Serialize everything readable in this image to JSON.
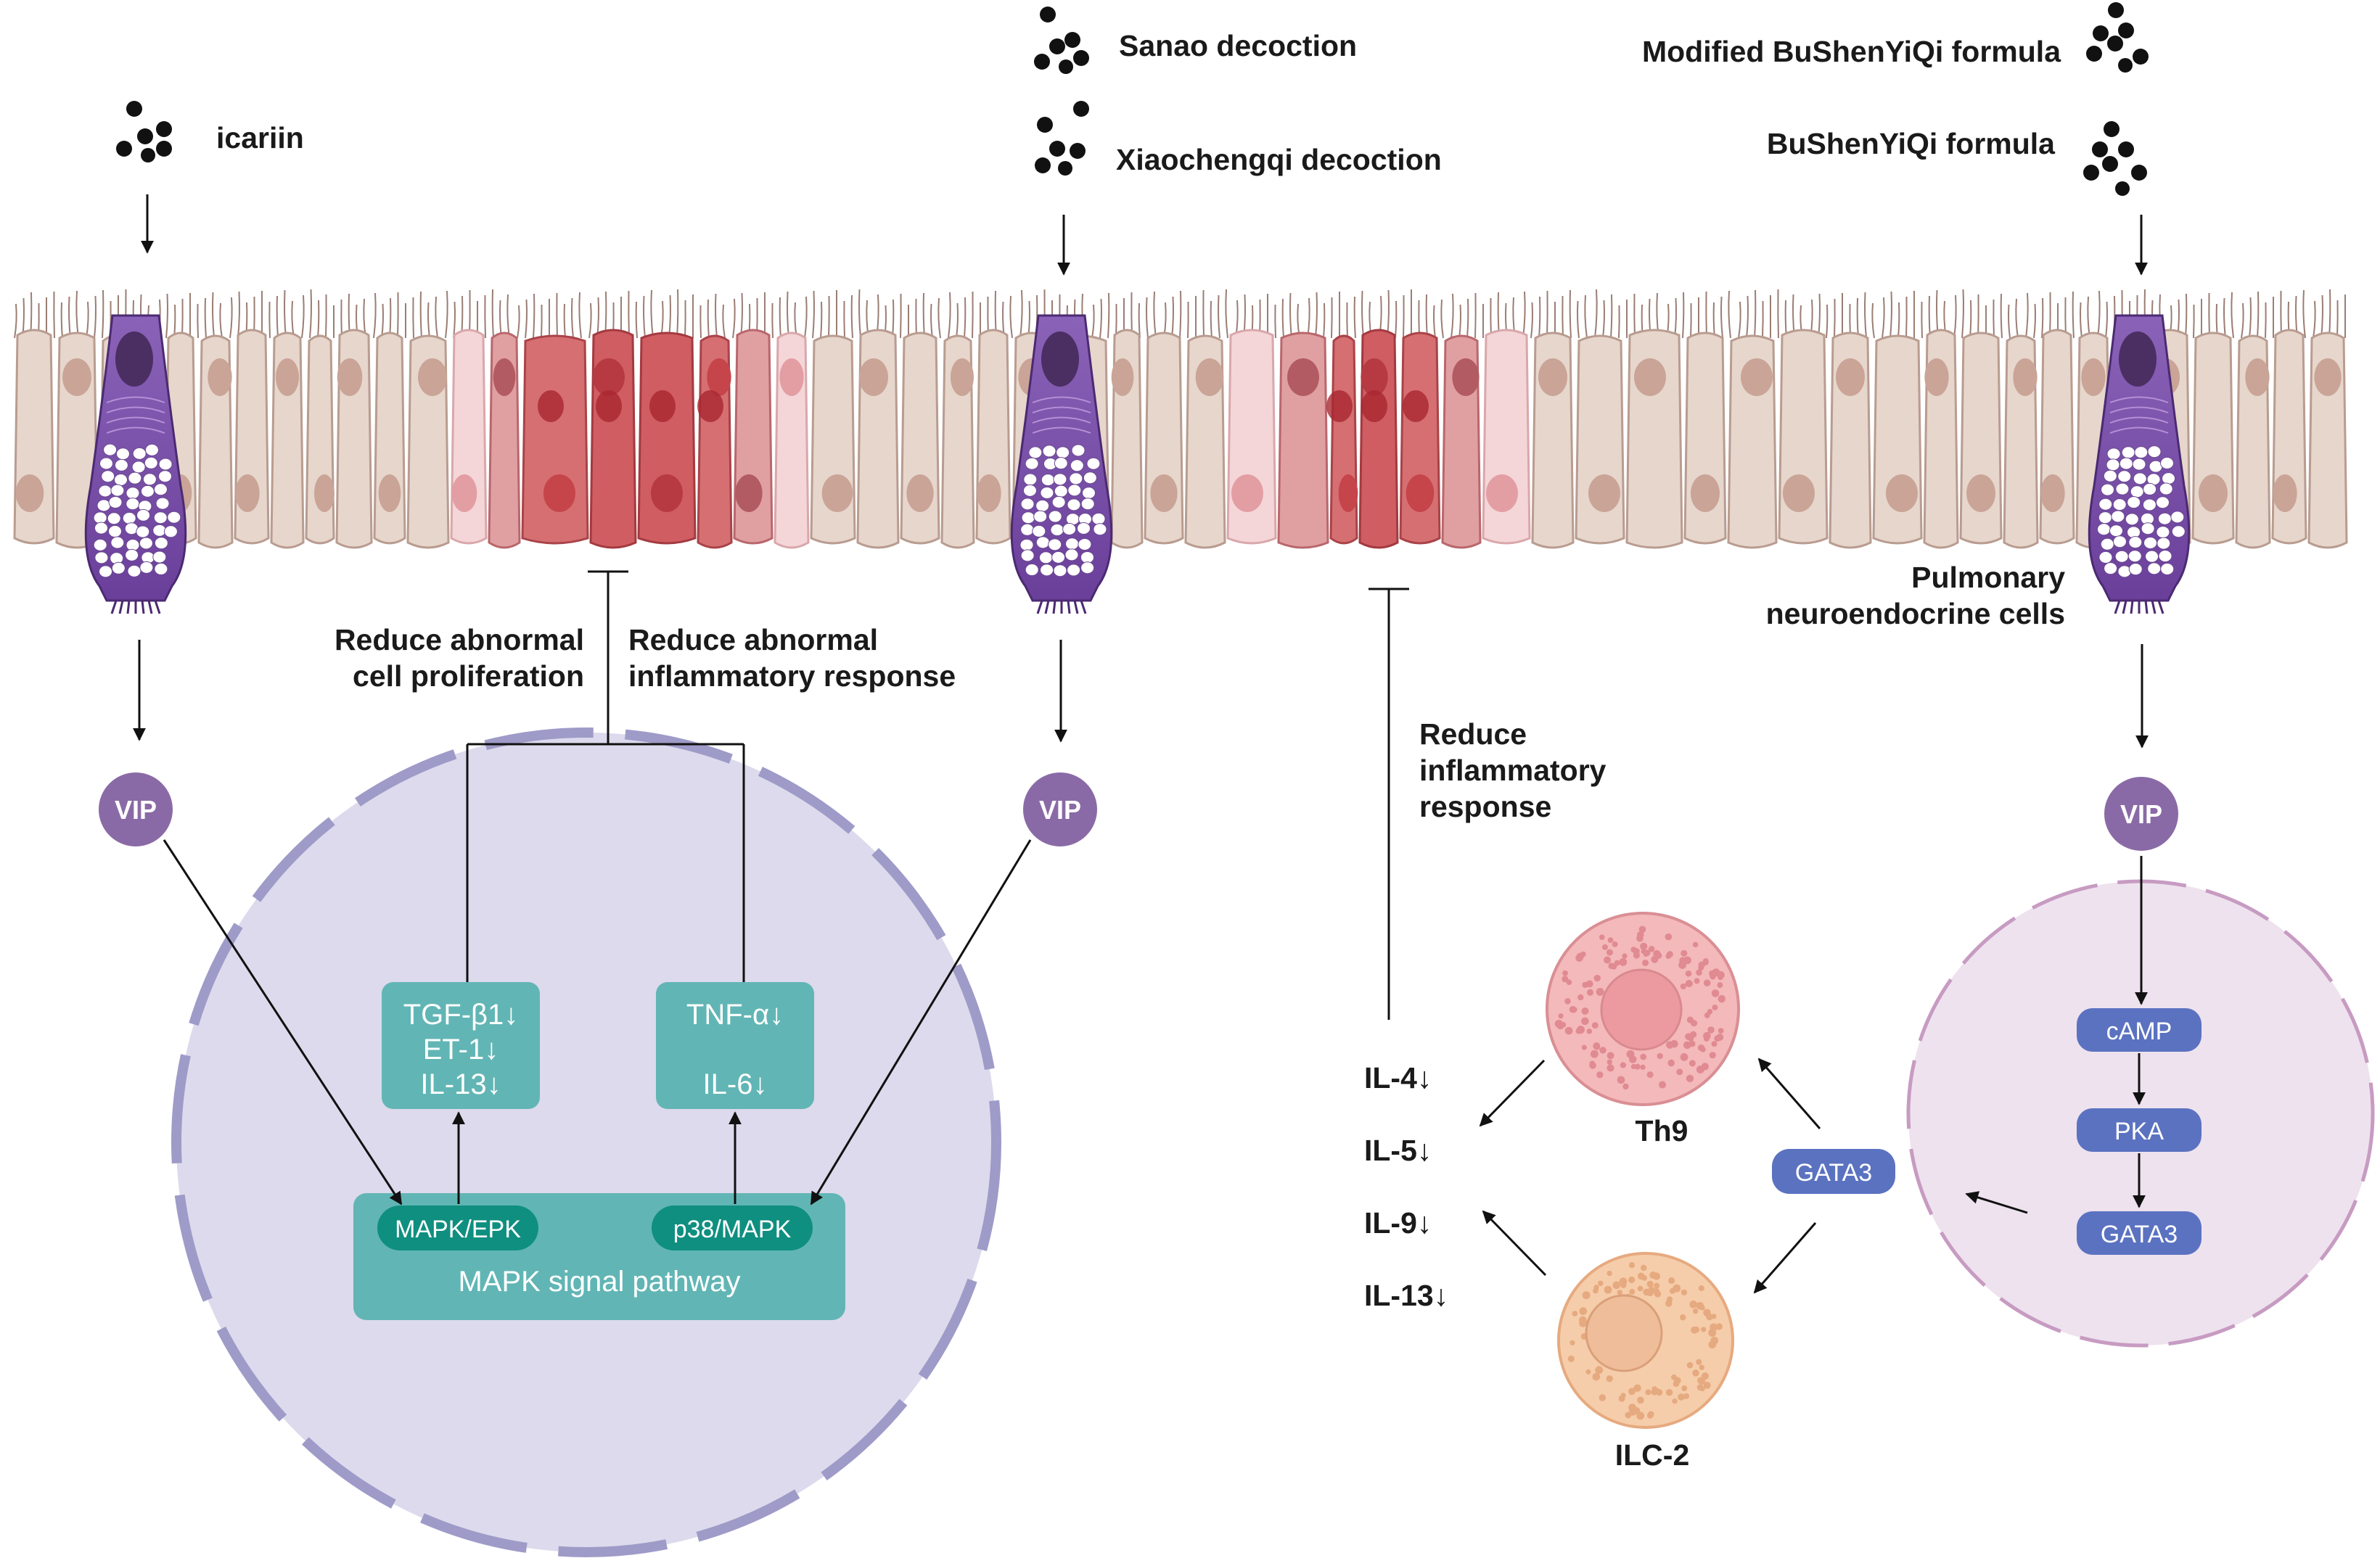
{
  "drugs": {
    "icariin": "icariin",
    "sanao": "Sanao decoction",
    "xiaochengqi": "Xiaochengqi decoction",
    "modified_bushenyiqi": "Modified BuShenYiQi formula",
    "bushenyiqi": "BuShenYiQi formula"
  },
  "epithelium": {
    "cell_label_line1": "Pulmonary",
    "cell_label_line2": "neuroendocrine cells"
  },
  "vip_label": "VIP",
  "effects": {
    "proliferation_line1": "Reduce abnormal",
    "proliferation_line2": "cell proliferation",
    "inflammatory_line1": "Reduce abnormal",
    "inflammatory_line2": "inflammatory response",
    "reduce_line1": "Reduce",
    "reduce_line2": "inflammatory",
    "reduce_line3": "response"
  },
  "mapk": {
    "box1": [
      "TGF-β1↓",
      "ET-1↓",
      "IL-13↓"
    ],
    "box2": [
      "TNF-α↓",
      "IL-6↓"
    ],
    "pill1": "MAPK/EPK",
    "pill2": "p38/MAPK",
    "pathway": "MAPK signal pathway"
  },
  "cytokines": [
    "IL-4↓",
    "IL-5↓",
    "IL-9↓",
    "IL-13↓"
  ],
  "immune": {
    "th9": "Th9",
    "ilc2": "ILC-2",
    "gata3_free": "GATA3"
  },
  "cascade": [
    "cAMP",
    "PKA",
    "GATA3"
  ],
  "colors": {
    "mapk_teal": "#62b5b5",
    "mapk_pill": "#0f8f80",
    "vip_purple": "#8a6aa6",
    "gata_blue": "#5b72c1",
    "big_cell": "#dcdaec",
    "pink_cell": "#eee2ee",
    "th9_fill": "#f4b9ba",
    "ilc2_fill": "#f6cdaa"
  }
}
